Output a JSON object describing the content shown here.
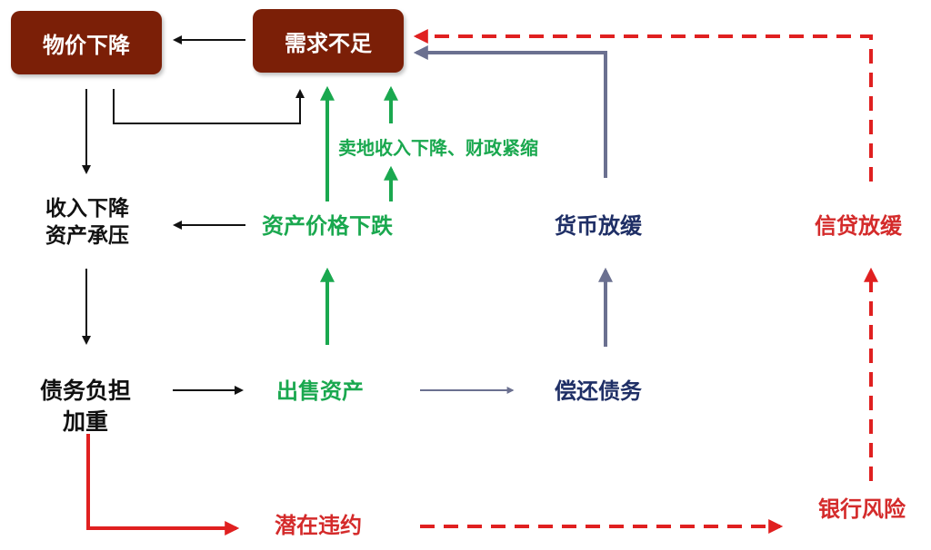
{
  "nodes": {
    "price_decline": "物价下降",
    "insufficient_demand": "需求不足",
    "income_pressure_line1": "收入下降",
    "income_pressure_line2": "资产承压",
    "asset_price_drop": "资产价格下跌",
    "land_fiscal": "卖地收入下降、财政紧缩",
    "monetary_ease": "货币放缓",
    "credit_ease": "信贷放缓",
    "debt_burden_line1": "债务负担",
    "debt_burden_line2": "加重",
    "sell_assets": "出售资产",
    "repay_debt": "偿还债务",
    "potential_default": "潜在违约",
    "bank_risk": "银行风险"
  },
  "colors": {
    "box_fill": "#7b1f07",
    "green": "#1aa84f",
    "navy": "#1f2f66",
    "slate": "#6b7090",
    "red": "#e02020",
    "black": "#111111"
  }
}
